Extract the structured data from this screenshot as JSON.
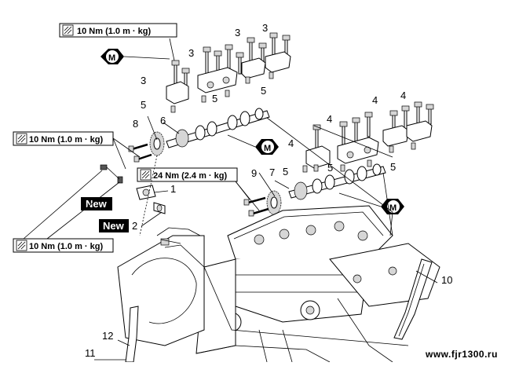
{
  "diagram": {
    "torque_specs": [
      {
        "id": "t1",
        "text": "10 Nm (1.0 m · kg)"
      },
      {
        "id": "t2",
        "text": "10 Nm (1.0 m · kg)"
      },
      {
        "id": "t3",
        "text": "24 Nm (2.4 m · kg)"
      },
      {
        "id": "t4",
        "text": "10 Nm (1.0 m · kg)"
      }
    ],
    "new_tags": [
      "New",
      "New"
    ],
    "callouts": {
      "n1": "1",
      "n2": "2",
      "n3a": "3",
      "n3b": "3",
      "n3c": "3",
      "n3d": "3",
      "n4a": "4",
      "n4b": "4",
      "n4c": "4",
      "n4d": "4",
      "n5a": "5",
      "n5b": "5",
      "n5c": "5",
      "n5d": "5",
      "n5e": "5",
      "n5f": "5",
      "n6": "6",
      "n7": "7",
      "n8": "8",
      "n9": "9",
      "n10": "10",
      "n11": "11",
      "n12": "12"
    },
    "lube_symbol": "M",
    "watermark": "www.fjr1300.ru"
  }
}
